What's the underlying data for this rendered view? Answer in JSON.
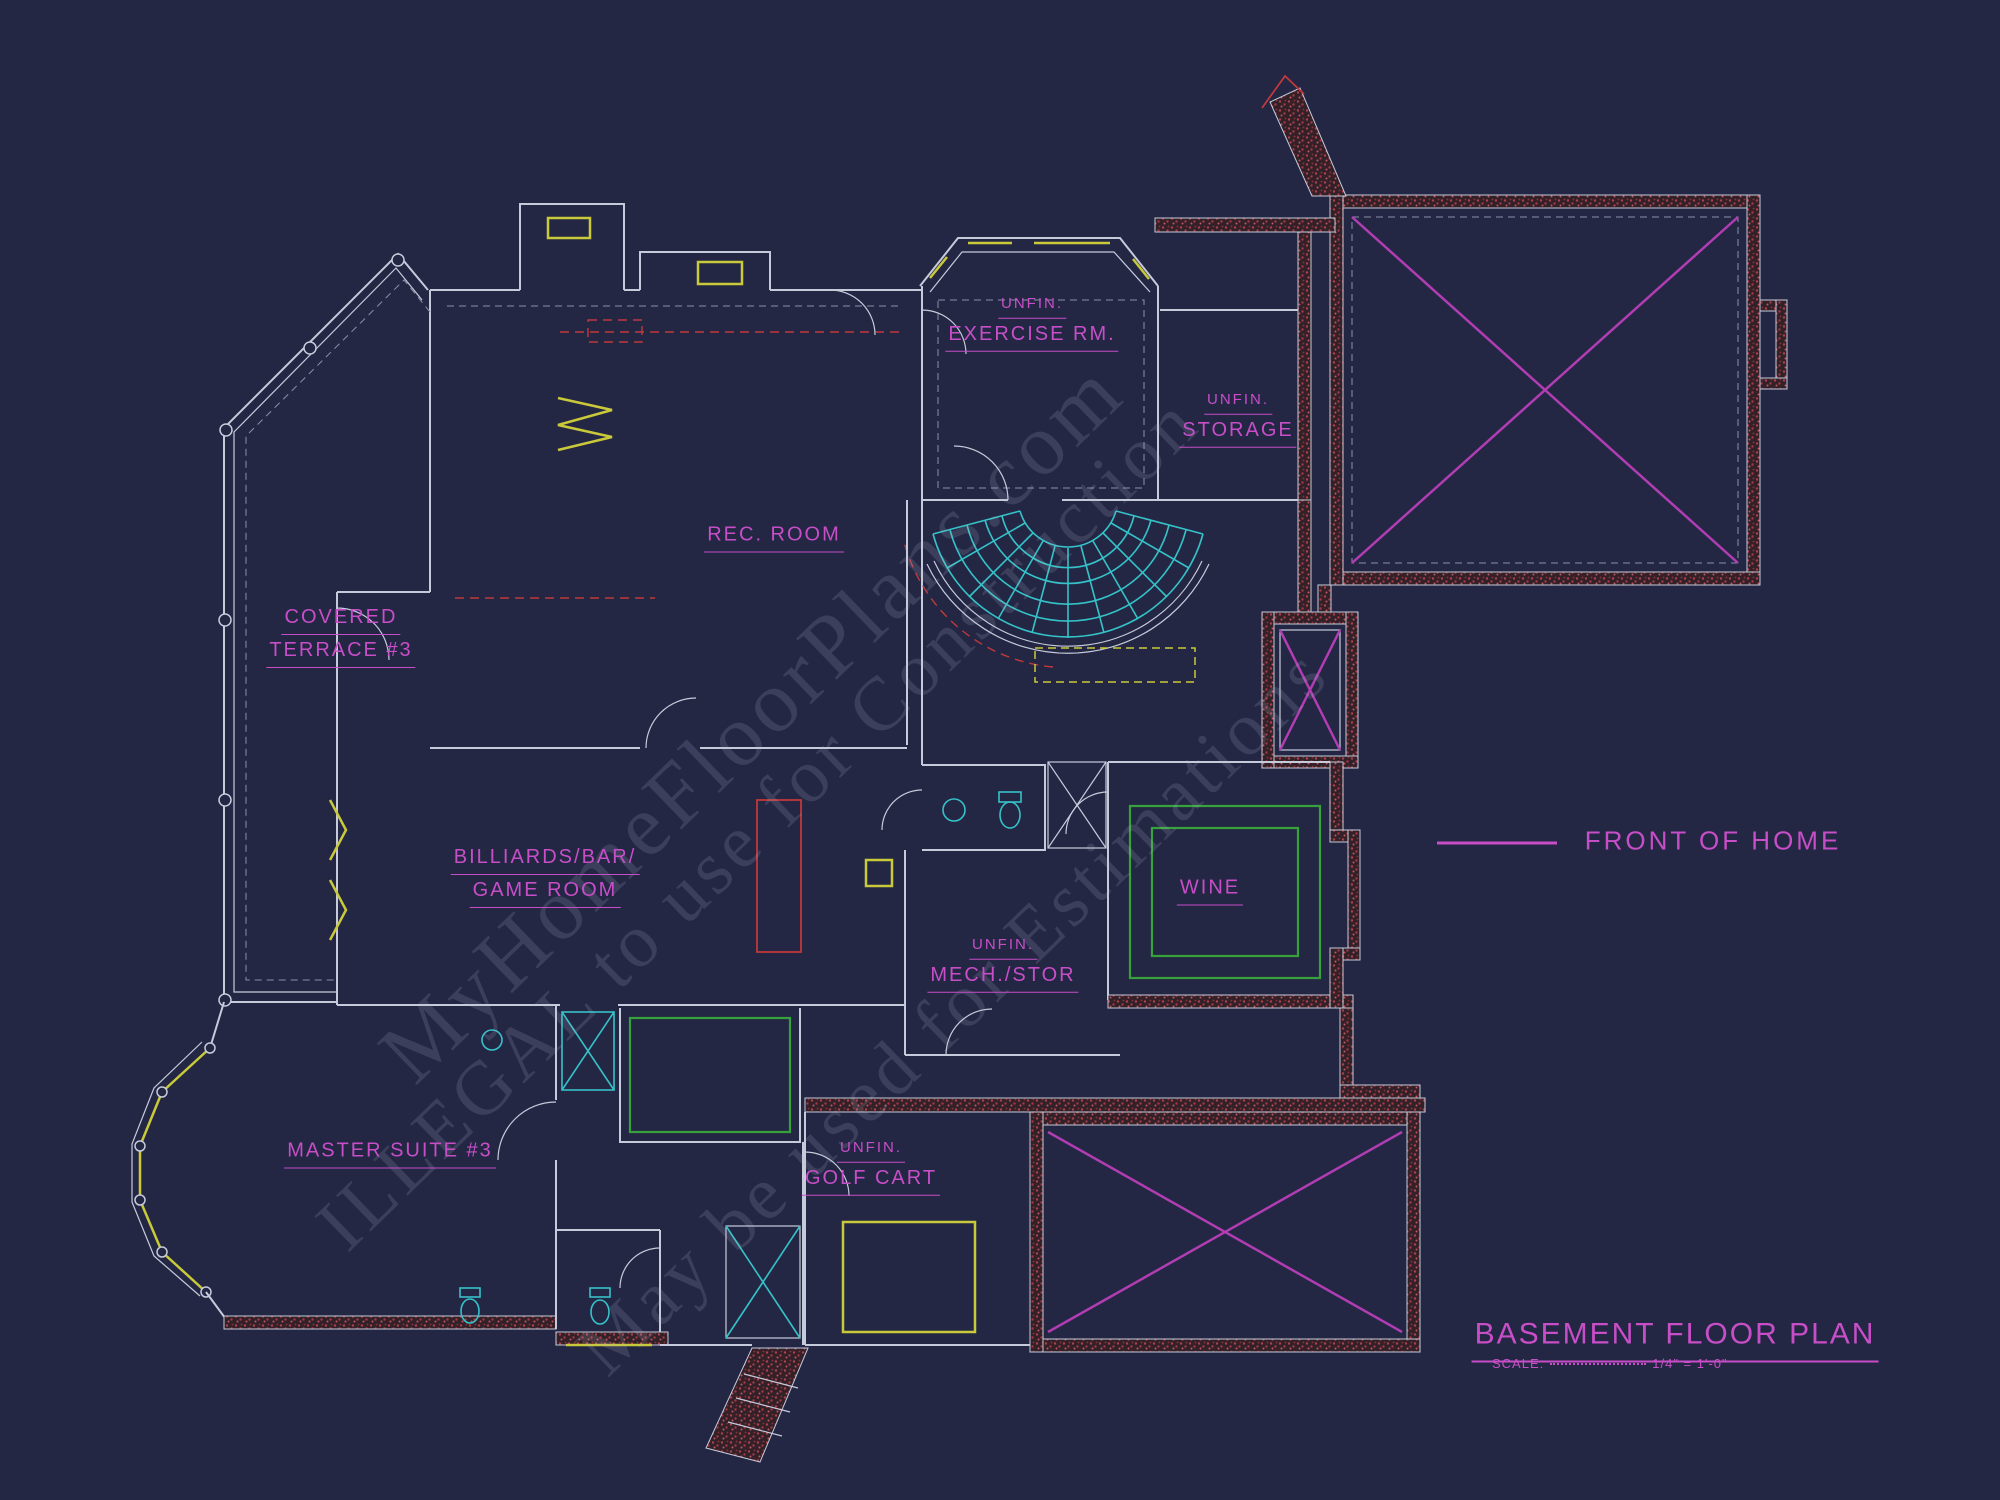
{
  "colors": {
    "background": "#232744",
    "wall": "#c6cbdb",
    "hatch_red": "#ac4249",
    "label_magenta": "#c74ec7",
    "x_magenta": "#b13db3",
    "window_yellow": "#c9c93a",
    "fixture_cyan": "#35c2c8",
    "shelf_green": "#37a23c",
    "detail_red": "#c0393c"
  },
  "labels": {
    "exercise": {
      "line1": "UNFIN.",
      "line2": "EXERCISE RM."
    },
    "storage": {
      "line1": "UNFIN.",
      "line2": "STORAGE"
    },
    "rec_room": {
      "line1": "REC. ROOM"
    },
    "terrace": {
      "line1": "COVERED",
      "line2": "TERRACE #3"
    },
    "billiards": {
      "line1": "BILLIARDS/BAR/",
      "line2": "GAME ROOM"
    },
    "wine": {
      "line1": "WINE"
    },
    "mech": {
      "line1": "UNFIN.",
      "line2": "MECH./STOR"
    },
    "master": {
      "line1": "MASTER SUITE #3"
    },
    "golf_cart": {
      "line1": "UNFIN.",
      "line2": "GOLF CART"
    },
    "front_of_home": "FRONT OF HOME"
  },
  "titleblock": {
    "title": "BASEMENT FLOOR PLAN",
    "scale_prefix": "SCALE:",
    "scale_value": "1/4\" = 1'-0\""
  },
  "watermark": {
    "line1": "MyHomeFloorPlans.com",
    "line2": "ILLEGAL to use for Construction",
    "line3": "May be used for Estimations"
  }
}
